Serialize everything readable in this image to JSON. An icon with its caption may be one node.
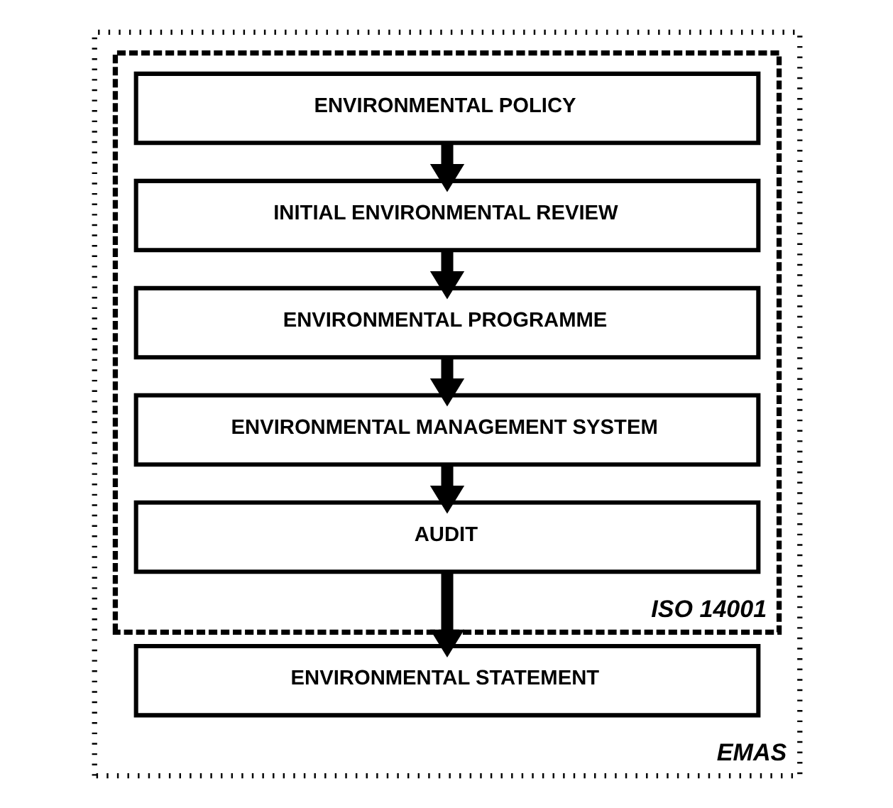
{
  "diagram": {
    "nodes": [
      {
        "text": [
          "EMAS"
        ]
      },
      {
        "text": [
          "ISO 14001"
        ],
        "in": 0
      },
      {
        "text": [
          "ENVIRONMENTAL POLICY"
        ],
        "in": 1
      },
      {
        "text": [
          "INITIAL ENVIRONMENTAL REVIEW"
        ],
        "in": 1
      },
      {
        "text": [
          "ENVIRONMENTAL PROGRAMME"
        ],
        "in": 1
      },
      {
        "text": [
          "ENVIRONMENTAL MANAGEMENT SYSTEM"
        ],
        "in": 1
      },
      {
        "text": [
          "AUDIT"
        ],
        "in": 1
      },
      {
        "text": [
          "ENVIRONMENTAL STATEMENT"
        ],
        "in": 0
      }
    ],
    "edges": [
      {
        "from": 2,
        "to": 3,
        "arrow": "to"
      },
      {
        "from": 3,
        "to": 4,
        "arrow": "to"
      },
      {
        "from": 4,
        "to": 5,
        "arrow": "to"
      },
      {
        "from": 5,
        "to": 6,
        "arrow": "to"
      },
      {
        "from": 6,
        "to": 7,
        "arrow": "to"
      }
    ]
  }
}
